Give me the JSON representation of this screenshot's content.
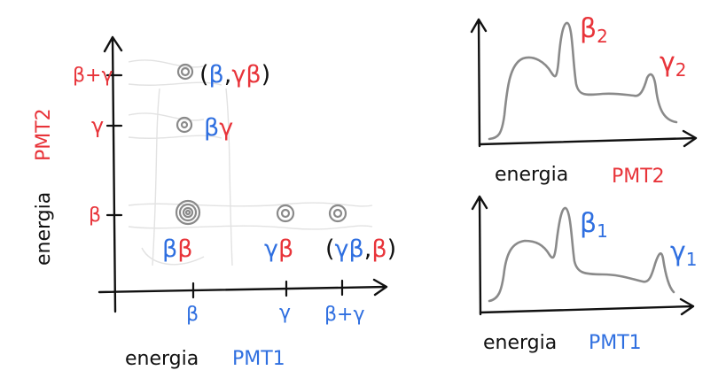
{
  "scatter": {
    "x_axis_title_word": "energia",
    "x_axis_title_pmt": "PMT1",
    "y_axis_title_word": "energia",
    "y_axis_title_pmt": "PMT2",
    "x_ticks": [
      "β",
      "γ",
      "β+γ"
    ],
    "y_ticks": [
      "β",
      "γ",
      "β+γ"
    ],
    "points": [
      {
        "label_parts": [
          {
            "t": "(",
            "c": "black"
          },
          {
            "t": "β",
            "c": "blue"
          },
          {
            "t": ",",
            "c": "black"
          },
          {
            "t": "γβ",
            "c": "red"
          },
          {
            "t": ")",
            "c": "black"
          }
        ]
      },
      {
        "label_parts": [
          {
            "t": "β",
            "c": "blue"
          },
          {
            "t": "γ",
            "c": "red"
          }
        ]
      },
      {
        "label_parts": [
          {
            "t": "β",
            "c": "blue"
          },
          {
            "t": "β",
            "c": "red"
          }
        ]
      },
      {
        "label_parts": [
          {
            "t": "γ",
            "c": "blue"
          },
          {
            "t": "β",
            "c": "red"
          }
        ]
      },
      {
        "label_parts": [
          {
            "t": "(",
            "c": "black"
          },
          {
            "t": "γβ",
            "c": "blue"
          },
          {
            "t": ",",
            "c": "black"
          },
          {
            "t": "β",
            "c": "red"
          },
          {
            "t": ")",
            "c": "black"
          }
        ]
      }
    ]
  },
  "spectrum_top": {
    "axis_word": "energia",
    "axis_pmt": "PMT2",
    "peak1_label": "β",
    "peak1_sub": "2",
    "peak2_label": "γ",
    "peak2_sub": "2"
  },
  "spectrum_bottom": {
    "axis_word": "energia",
    "axis_pmt": "PMT1",
    "peak1_label": "β",
    "peak1_sub": "1",
    "peak2_label": "γ",
    "peak2_sub": "1"
  },
  "colors": {
    "pmt2": "#e8343a",
    "pmt1": "#2f6fe0",
    "trace": "#8a8a8a"
  }
}
